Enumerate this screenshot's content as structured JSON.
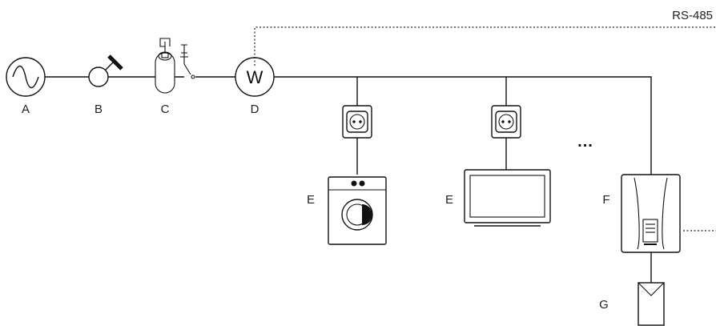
{
  "bus_label": "RS-485",
  "ellipsis": "...",
  "components": {
    "a": {
      "label": "A",
      "icon": "ac-source-icon"
    },
    "b": {
      "label": "B",
      "icon": "meter-with-breaker-icon"
    },
    "c": {
      "label": "C",
      "icon": "fuse-switch-icon"
    },
    "d": {
      "label": "D",
      "icon": "energy-meter-icon",
      "symbol": "W"
    },
    "e1": {
      "label": "E",
      "icon": "washing-machine-icon"
    },
    "e2": {
      "label": "E",
      "icon": "television-icon"
    },
    "f": {
      "label": "F",
      "icon": "inverter-icon"
    },
    "g": {
      "label": "G",
      "icon": "pv-module-icon"
    }
  },
  "colors": {
    "line": "#111111",
    "text": "#222222",
    "background": "#ffffff"
  }
}
